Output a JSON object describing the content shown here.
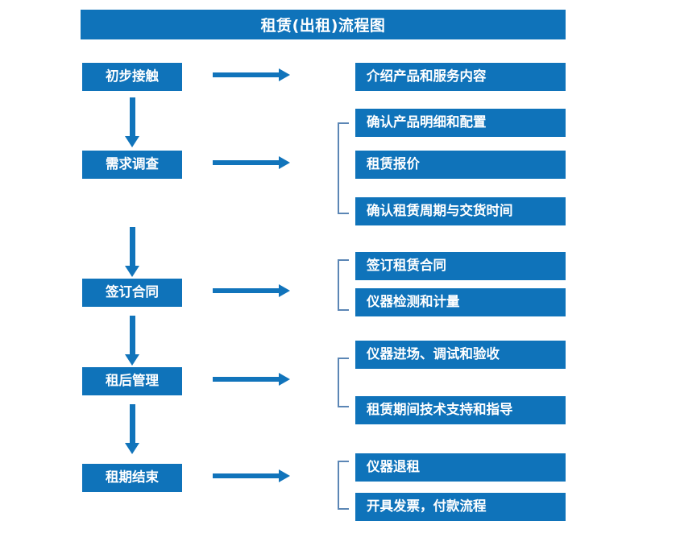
{
  "chart_data": {
    "type": "diagram",
    "diagram_type": "flowchart",
    "title": "租赁(出租)流程图",
    "layout": "vertical process chain with per-stage detail branches",
    "accent_color": "#0f73ba",
    "bracket_color": "#5b86b5",
    "arrow_color": "#1174bb",
    "stages": [
      {
        "id": "stage-1",
        "label": "初步接触",
        "details": [
          "介绍产品和服务内容"
        ],
        "has_bracket": false
      },
      {
        "id": "stage-2",
        "label": "需求调查",
        "details": [
          "确认产品明细和配置",
          "租赁报价",
          "确认租赁周期与交货时间"
        ],
        "has_bracket": true
      },
      {
        "id": "stage-3",
        "label": "签订合同",
        "details": [
          "签订租赁合同",
          "仪器检测和计量"
        ],
        "has_bracket": true
      },
      {
        "id": "stage-4",
        "label": "租后管理",
        "details": [
          "仪器进场、调试和验收",
          "租赁期间技术支持和指导"
        ],
        "has_bracket": true
      },
      {
        "id": "stage-5",
        "label": "租期结束",
        "details": [
          "仪器退租",
          "开具发票，付款流程"
        ],
        "has_bracket": true
      }
    ]
  },
  "header": {
    "title": "租赁(出租)流程图"
  },
  "stages": {
    "s1": {
      "label": "初步接触"
    },
    "s2": {
      "label": "需求调查"
    },
    "s3": {
      "label": "签订合同"
    },
    "s4": {
      "label": "租后管理"
    },
    "s5": {
      "label": "租期结束"
    }
  },
  "details": {
    "d1": "介绍产品和服务内容",
    "d2": "确认产品明细和配置",
    "d3": "租赁报价",
    "d4": "确认租赁周期与交货时间",
    "d5": "签订租赁合同",
    "d6": "仪器检测和计量",
    "d7": "仪器进场、调试和验收",
    "d8": "租赁期间技术支持和指导",
    "d9": "仪器退租",
    "d10": "开具发票，付款流程"
  }
}
